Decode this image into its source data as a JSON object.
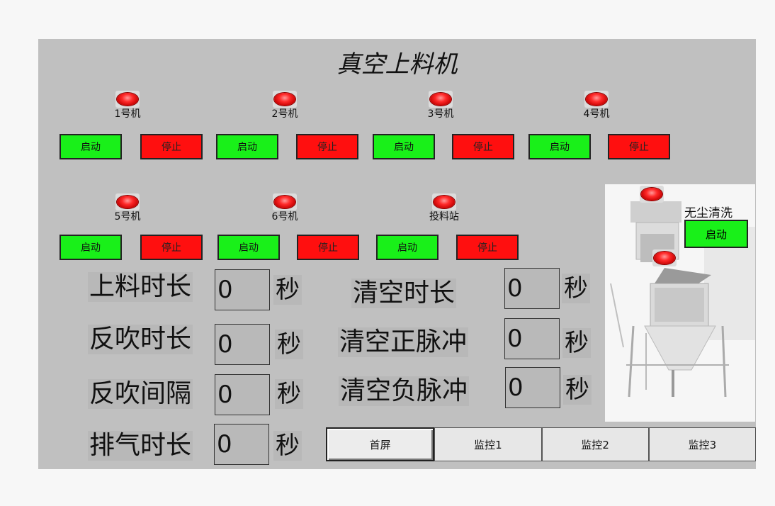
{
  "title": "真空上料机",
  "machines": [
    {
      "label": "1号机",
      "start": "启动",
      "stop": "停止"
    },
    {
      "label": "2号机",
      "start": "启动",
      "stop": "停止"
    },
    {
      "label": "3号机",
      "start": "启动",
      "stop": "停止"
    },
    {
      "label": "4号机",
      "start": "启动",
      "stop": "停止"
    },
    {
      "label": "5号机",
      "start": "启动",
      "stop": "停止"
    },
    {
      "label": "6号机",
      "start": "启动",
      "stop": "停止"
    },
    {
      "label": "投料站",
      "start": "启动",
      "stop": "停止"
    }
  ],
  "params_left": [
    {
      "label": "上料时长",
      "value": "0",
      "unit": "秒"
    },
    {
      "label": "反吹时长",
      "value": "0",
      "unit": "秒"
    },
    {
      "label": "反吹间隔",
      "value": "0",
      "unit": "秒"
    },
    {
      "label": "排气时长",
      "value": "0",
      "unit": "秒"
    }
  ],
  "params_right": [
    {
      "label": "清空时长",
      "value": "0",
      "unit": "秒"
    },
    {
      "label": "清空正脉冲",
      "value": "0",
      "unit": "秒"
    },
    {
      "label": "清空负脉冲",
      "value": "0",
      "unit": "秒"
    }
  ],
  "dust_wash": {
    "label": "无尘清洗",
    "button": "启动"
  },
  "nav": [
    "首屏",
    "监控1",
    "监控2",
    "监控3"
  ],
  "colors": {
    "start": "#19f019",
    "stop": "#ff0f0f",
    "lamp": "#e00000",
    "panel": "#c0c0c0"
  }
}
